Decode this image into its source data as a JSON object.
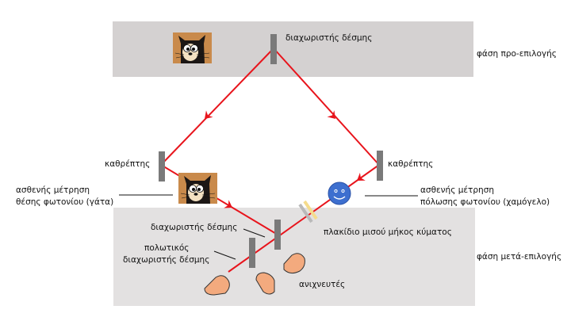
{
  "labels": {
    "top_beam_splitter": "διαχωριστής δέσμης",
    "pre_selection_phase": "φάση προ-επιλογής",
    "mirror_left": "καθρέπτης",
    "mirror_right": "καθρέπτης",
    "weak_position_line1": "ασθενής μέτρηση",
    "weak_position_line2": "θέσης φωτονίου (γάτα)",
    "weak_polarization_line1": "ασθενής μέτρηση",
    "weak_polarization_line2": "πόλωσης φωτονίου (χαμόγελο)",
    "bottom_beam_splitter": "διαχωριστής δέσμης",
    "half_wave_plate": "πλακίδιο μισού μήκος κύματος",
    "polarizing_bs_line1": "πολωτικός",
    "polarizing_bs_line2": "διαχωριστής δέσμης",
    "post_selection_phase": "φάση μετά-επιλογής",
    "detectors": "ανιχνευτές"
  },
  "colors": {
    "beam": "#e8141c",
    "panel": "#d4d1d1",
    "panel_bottom": "#e3e1e1",
    "optic": "#7a7a7a",
    "detector": "#f3aa7e",
    "smiley": "#3d6fcf",
    "waveplate": "#f5dc8c"
  }
}
